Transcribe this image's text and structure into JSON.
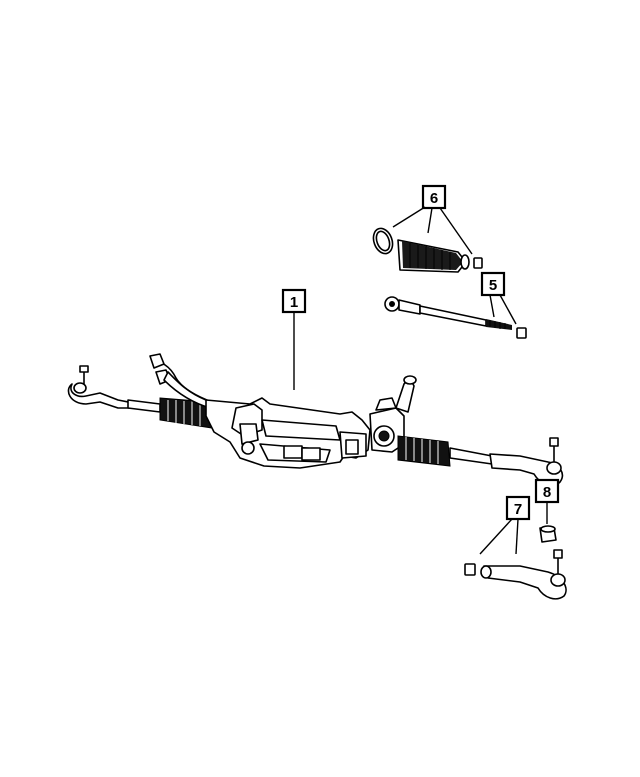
{
  "callouts": [
    {
      "id": "1",
      "label": "1"
    },
    {
      "id": "5",
      "label": "5"
    },
    {
      "id": "6",
      "label": "6"
    },
    {
      "id": "7",
      "label": "7"
    },
    {
      "id": "8",
      "label": "8"
    }
  ]
}
